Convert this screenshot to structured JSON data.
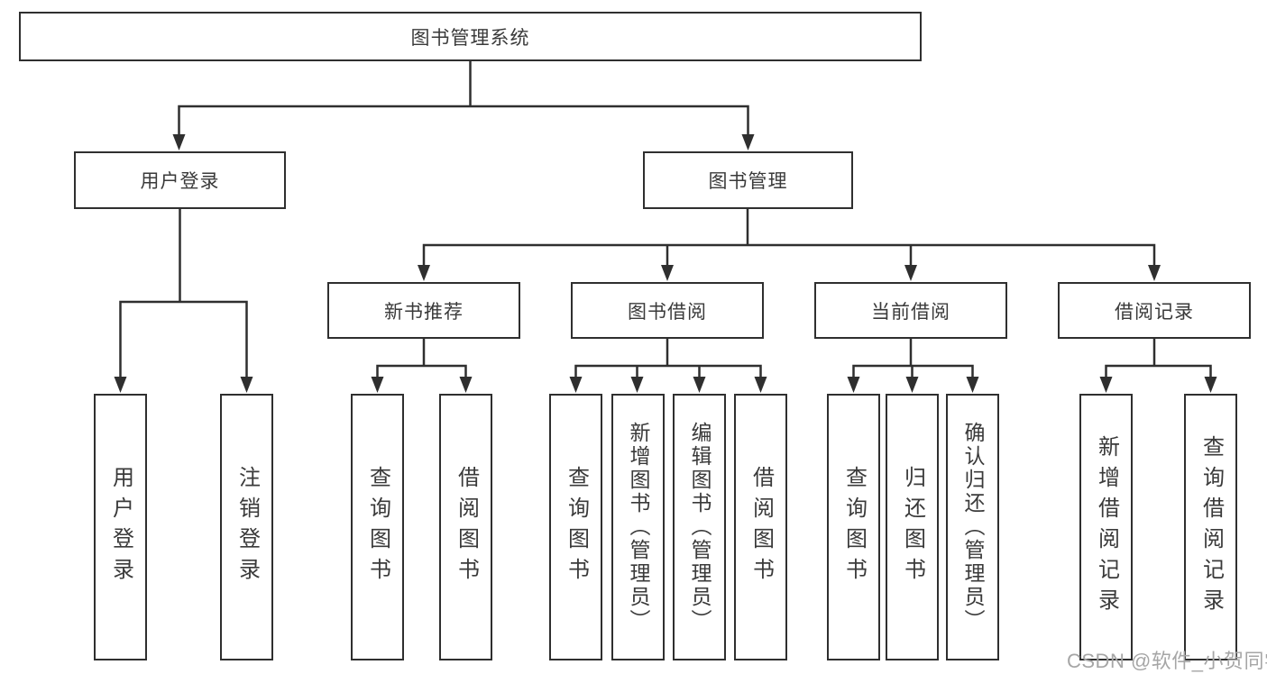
{
  "style": {
    "line_color": "#2f2f2f",
    "box_fill": "#ffffff",
    "text_color": "#3a3a3a",
    "watermark_color": "#a6a6a6"
  },
  "tree": {
    "root": {
      "label": "图书管理系统"
    },
    "children": [
      {
        "label": "用户登录",
        "children": [
          {
            "label": "用户登录"
          },
          {
            "label": "注销登录"
          }
        ]
      },
      {
        "label": "图书管理",
        "children": [
          {
            "label": "新书推荐",
            "children": [
              {
                "label": "查询图书"
              },
              {
                "label": "借阅图书"
              }
            ]
          },
          {
            "label": "图书借阅",
            "children": [
              {
                "label": "查询图书"
              },
              {
                "label": "新增图书（管理员）"
              },
              {
                "label": "编辑图书（管理员）"
              },
              {
                "label": "借阅图书"
              }
            ]
          },
          {
            "label": "当前借阅",
            "children": [
              {
                "label": "查询图书"
              },
              {
                "label": "归还图书"
              },
              {
                "label": "确认归还（管理员）"
              }
            ]
          },
          {
            "label": "借阅记录",
            "children": [
              {
                "label": "新增借阅记录"
              },
              {
                "label": "查询借阅记录"
              }
            ]
          }
        ]
      }
    ]
  },
  "watermark": {
    "text": "CSDN @软件_小贺同学"
  }
}
